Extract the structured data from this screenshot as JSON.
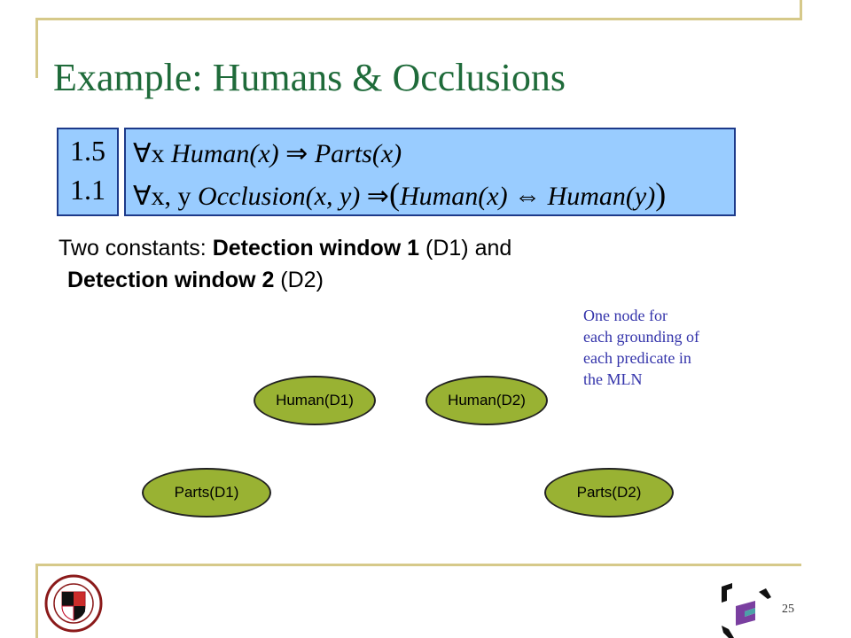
{
  "slide": {
    "title": "Example: Humans & Occlusions",
    "page_number": "25",
    "weights": [
      "1.5",
      "1.1"
    ],
    "formulas": [
      {
        "quantifier": "∀x",
        "lhs": "Human(x)",
        "arrow": "⇒",
        "rhs": "Parts(x)"
      },
      {
        "quantifier": "∀x, y",
        "lhs": "Occlusion(x, y)",
        "arrow": "⇒",
        "rhs_open": "(",
        "rhs_a": "Human(x)",
        "rhs_op": "⇔",
        "rhs_b": "Human(y)",
        "rhs_close": ")"
      }
    ],
    "constants": {
      "prefix": "Two constants: ",
      "c1_bold": "Detection window 1",
      "c1_short": " (D1) and",
      "c2_bold": "Detection window 2",
      "c2_short": " (D2)"
    },
    "note_lines": [
      "One node for",
      "each grounding of",
      "each predicate in",
      "the MLN"
    ],
    "nodes": {
      "human_d1": "Human(D1)",
      "human_d2": "Human(D2)",
      "parts_d1": "Parts(D1)",
      "parts_d2": "Parts(D2)"
    },
    "colors": {
      "title": "#1f6b3a",
      "formula_fill": "#99ccff",
      "node_fill": "#99b233",
      "note_text": "#3333aa",
      "frame": "#d6c98a"
    }
  },
  "icons": {
    "seal": "university-seal-icon",
    "logo": "lab-logo-icon"
  }
}
